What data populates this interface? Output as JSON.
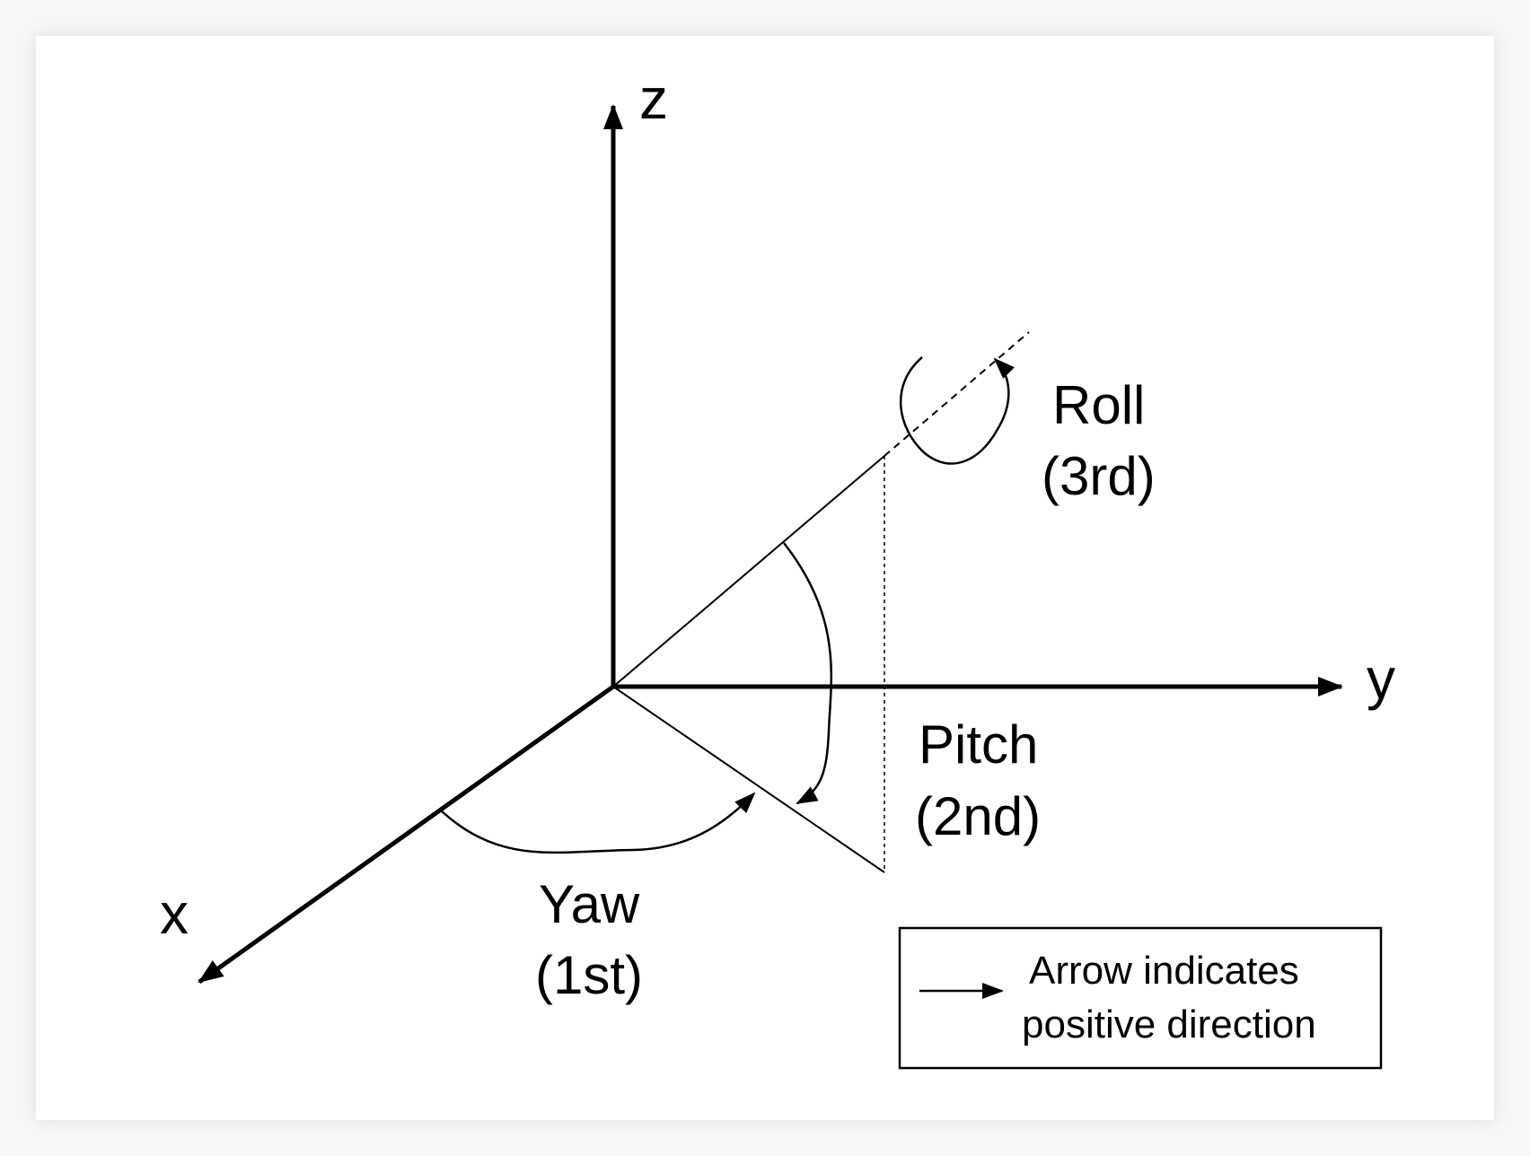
{
  "axes": {
    "x_label": "x",
    "y_label": "y",
    "z_label": "z"
  },
  "rotations": {
    "roll": {
      "name": "Roll",
      "order": "(3rd)"
    },
    "pitch": {
      "name": "Pitch",
      "order": "(2nd)"
    },
    "yaw": {
      "name": "Yaw",
      "order": "(1st)"
    }
  },
  "legend": {
    "line1": "Arrow indicates",
    "line2": "positive direction"
  }
}
